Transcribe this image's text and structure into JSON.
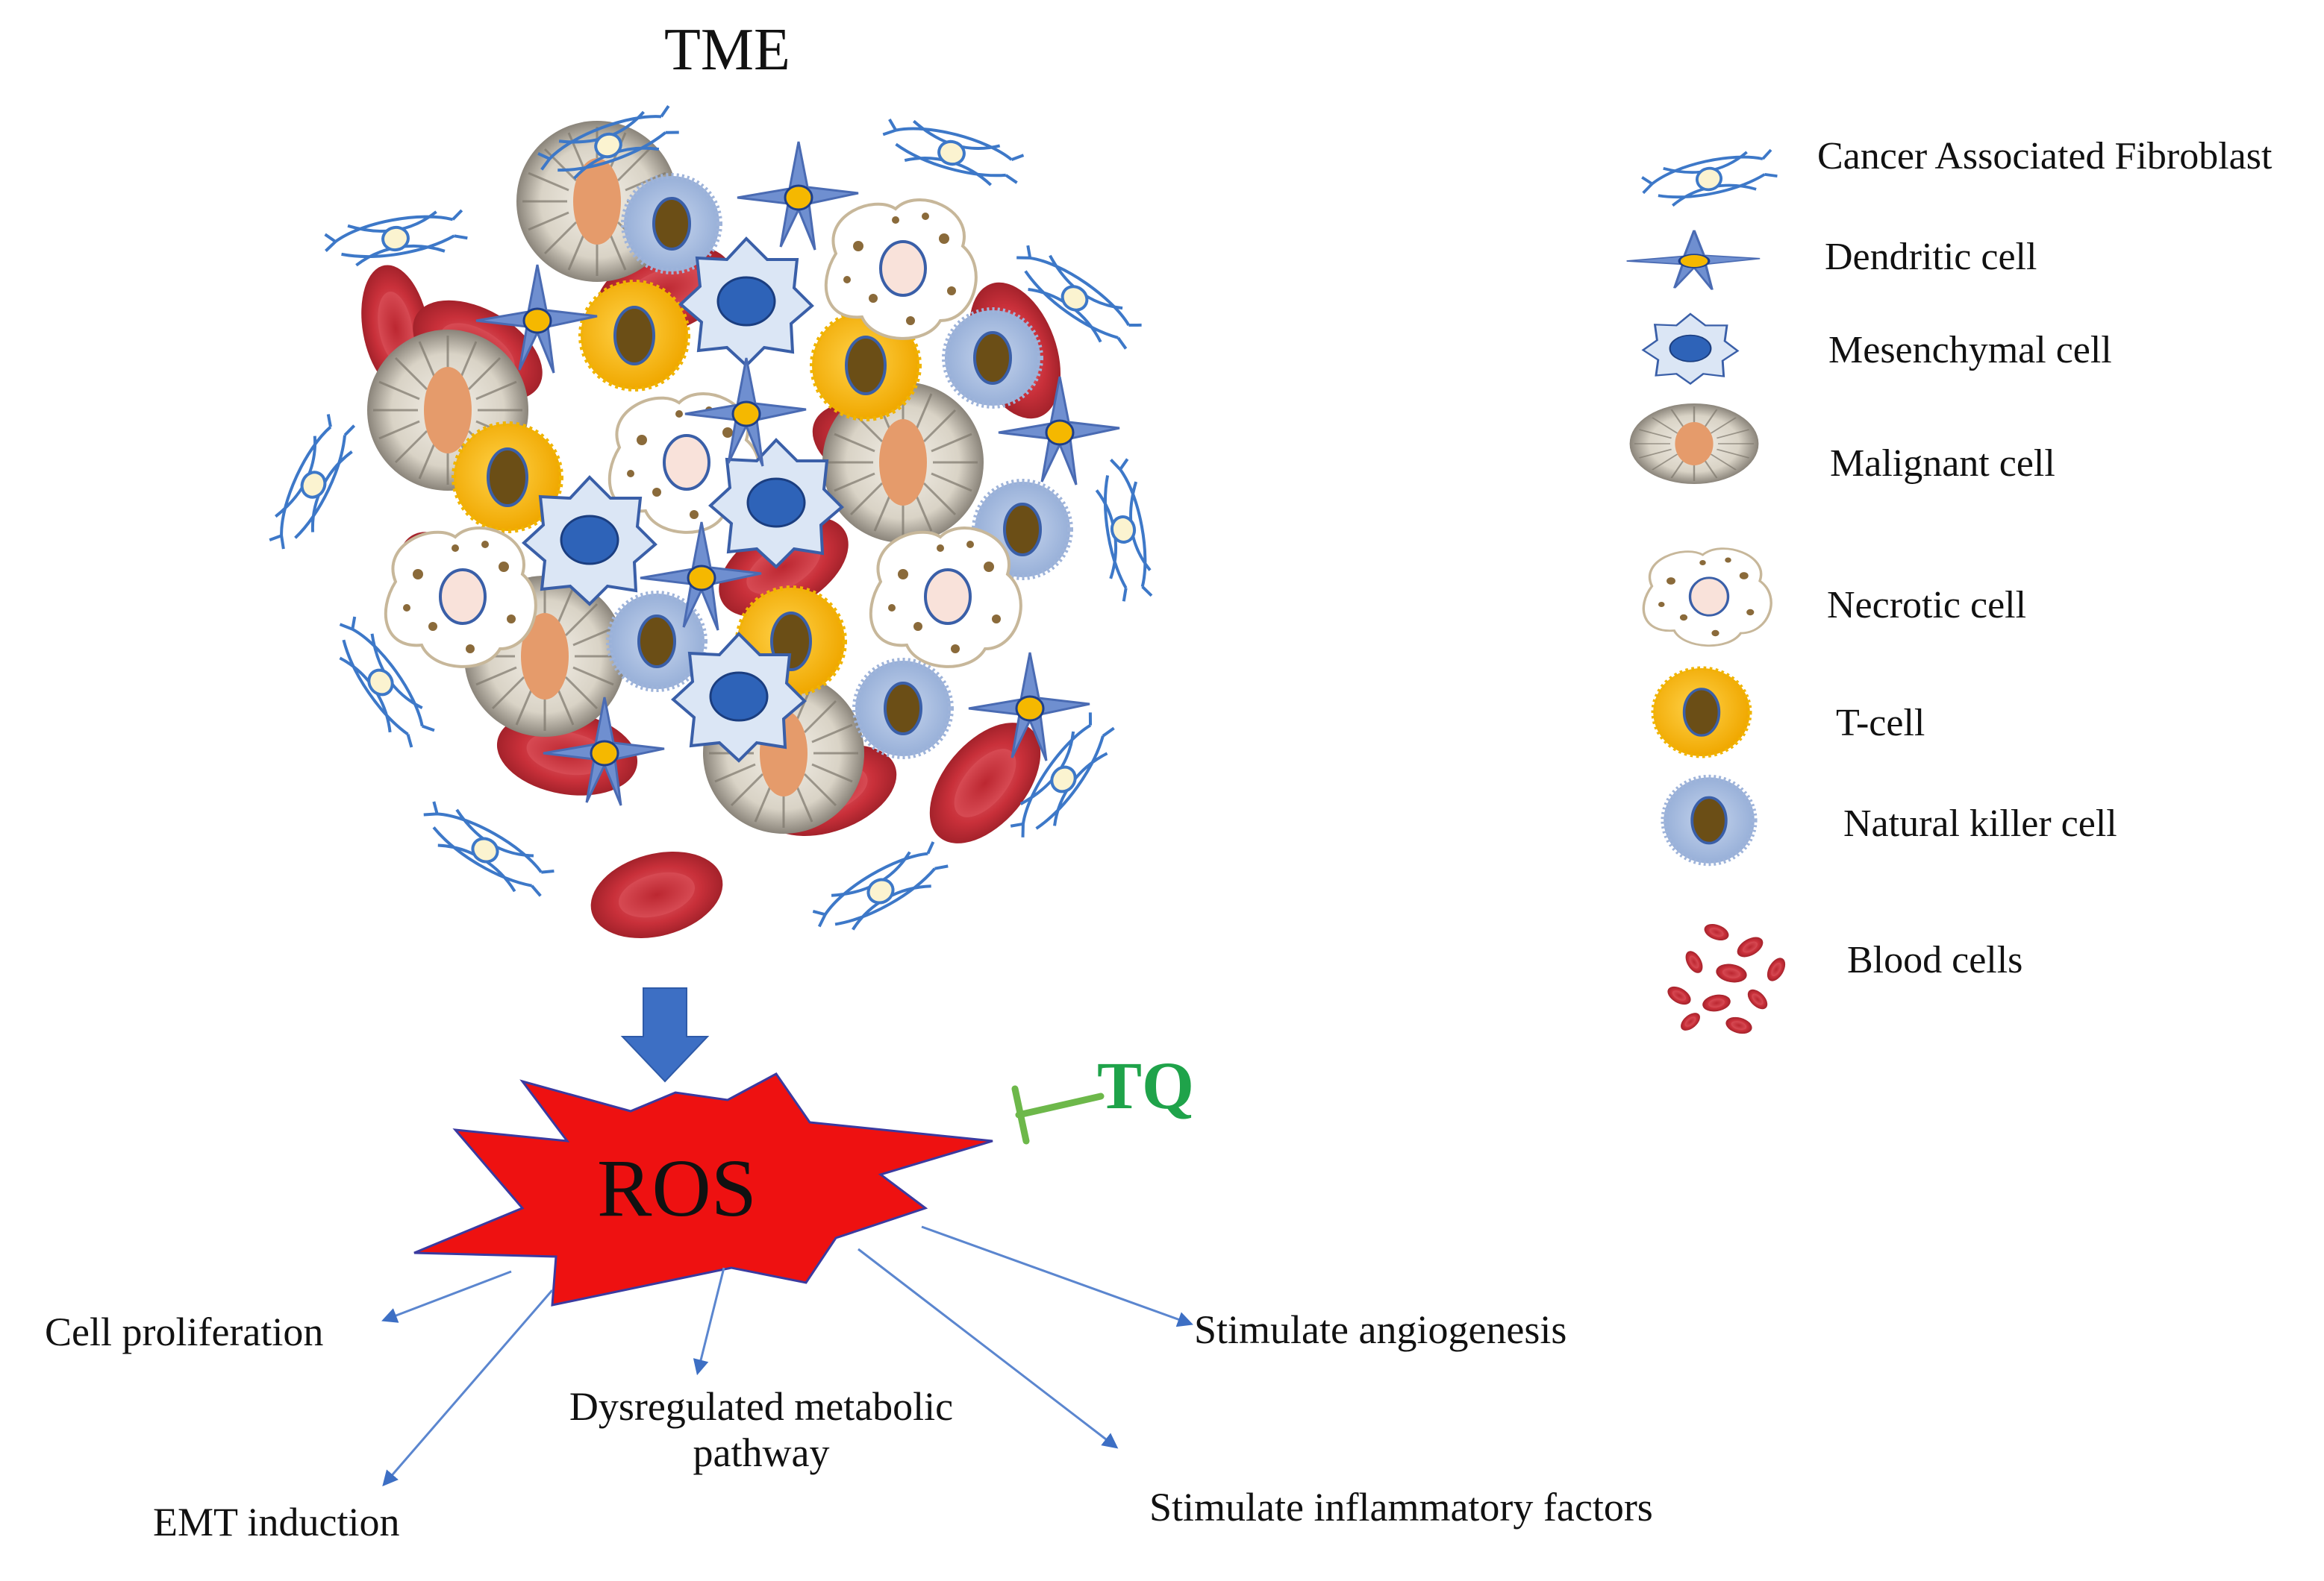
{
  "diagram": {
    "title": "TME",
    "center_label": "ROS",
    "inhibitor": "TQ",
    "legend": [
      {
        "label": "Cancer Associated Fibroblast",
        "icon": "fibroblast-icon"
      },
      {
        "label": "Dendritic cell",
        "icon": "dendritic-cell-icon"
      },
      {
        "label": "Mesenchymal cell",
        "icon": "mesenchymal-cell-icon"
      },
      {
        "label": "Malignant cell",
        "icon": "malignant-cell-icon"
      },
      {
        "label": "Necrotic cell",
        "icon": "necrotic-cell-icon"
      },
      {
        "label": "T-cell",
        "icon": "t-cell-icon"
      },
      {
        "label": "Natural killer cell",
        "icon": "nk-cell-icon"
      },
      {
        "label": "Blood cells",
        "icon": "blood-cells-icon"
      }
    ],
    "effects": {
      "cell_proliferation": "Cell proliferation",
      "emt_induction": "EMT induction",
      "dysregulated_line1": "Dysregulated metabolic",
      "dysregulated_line2": "pathway",
      "angiogenesis": "Stimulate angiogenesis",
      "inflammatory": "Stimulate inflammatory factors"
    },
    "colors": {
      "ros_burst": "#ee1111",
      "arrow_blue": "#3d6fc4",
      "tq_green": "#1fa34a",
      "inhibit_line": "#6db84a",
      "t_cell": "#f5b800",
      "nk_cell": "#a9bedf",
      "blood": "#c9303a",
      "dendritic": "#6f8fd0",
      "mesenchymal_nucleus": "#2e63b8"
    }
  }
}
